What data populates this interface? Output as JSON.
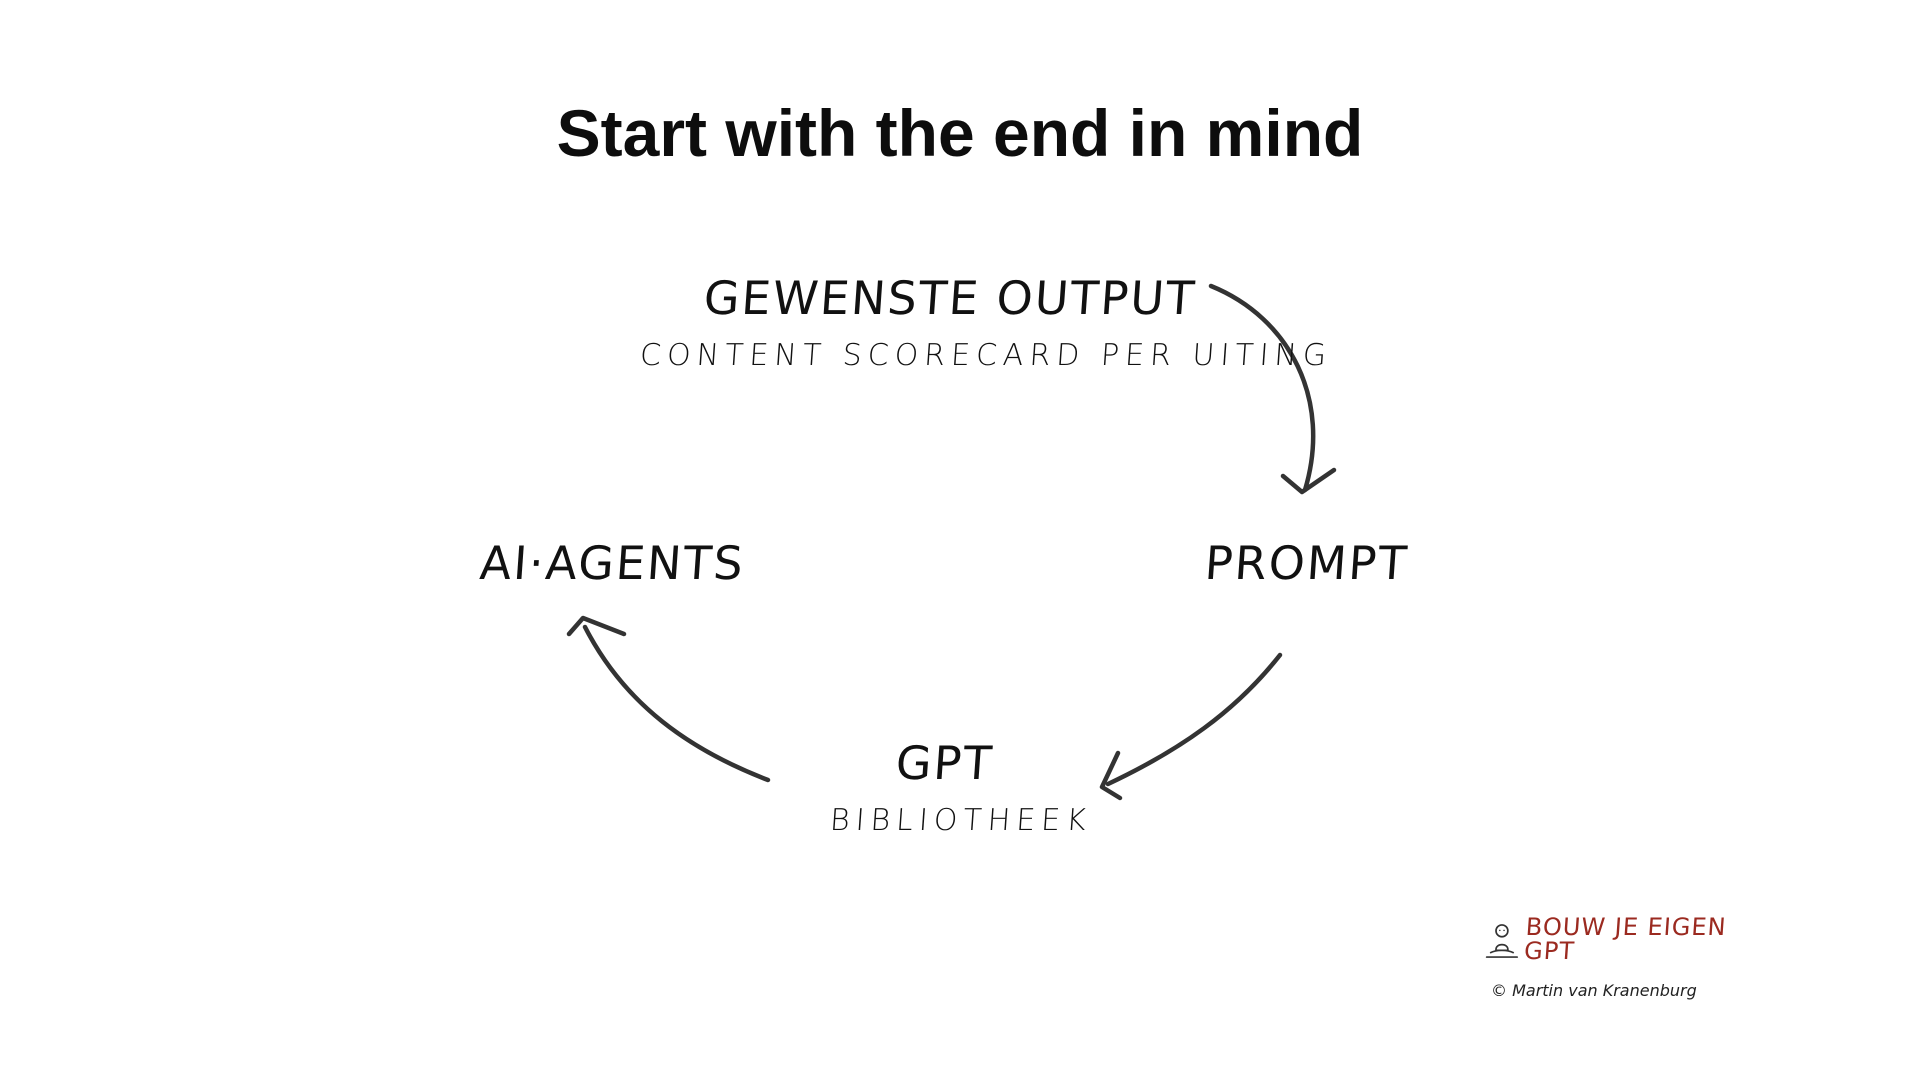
{
  "title": "Start with the end in mind",
  "diagram": {
    "nodes": [
      {
        "id": "output",
        "label": "GEWENSTE OUTPUT",
        "sub": "CONTENT SCORECARD PER UITING"
      },
      {
        "id": "prompt",
        "label": "PROMPT",
        "sub": ""
      },
      {
        "id": "gpt",
        "label": "GPT",
        "sub": "BIBLIOTHEEK"
      },
      {
        "id": "agents",
        "label": "AI·AGENTS",
        "sub": ""
      }
    ],
    "edges": [
      {
        "from": "output",
        "to": "prompt"
      },
      {
        "from": "prompt",
        "to": "gpt"
      },
      {
        "from": "gpt",
        "to": "agents"
      }
    ],
    "stroke_color": "#333333"
  },
  "branding": {
    "name": "BOUW JE EIGEN GPT",
    "credit": "© Martin van Kranenburg",
    "name_color": "#9b2a20",
    "icon": "meditating-figure-icon"
  }
}
